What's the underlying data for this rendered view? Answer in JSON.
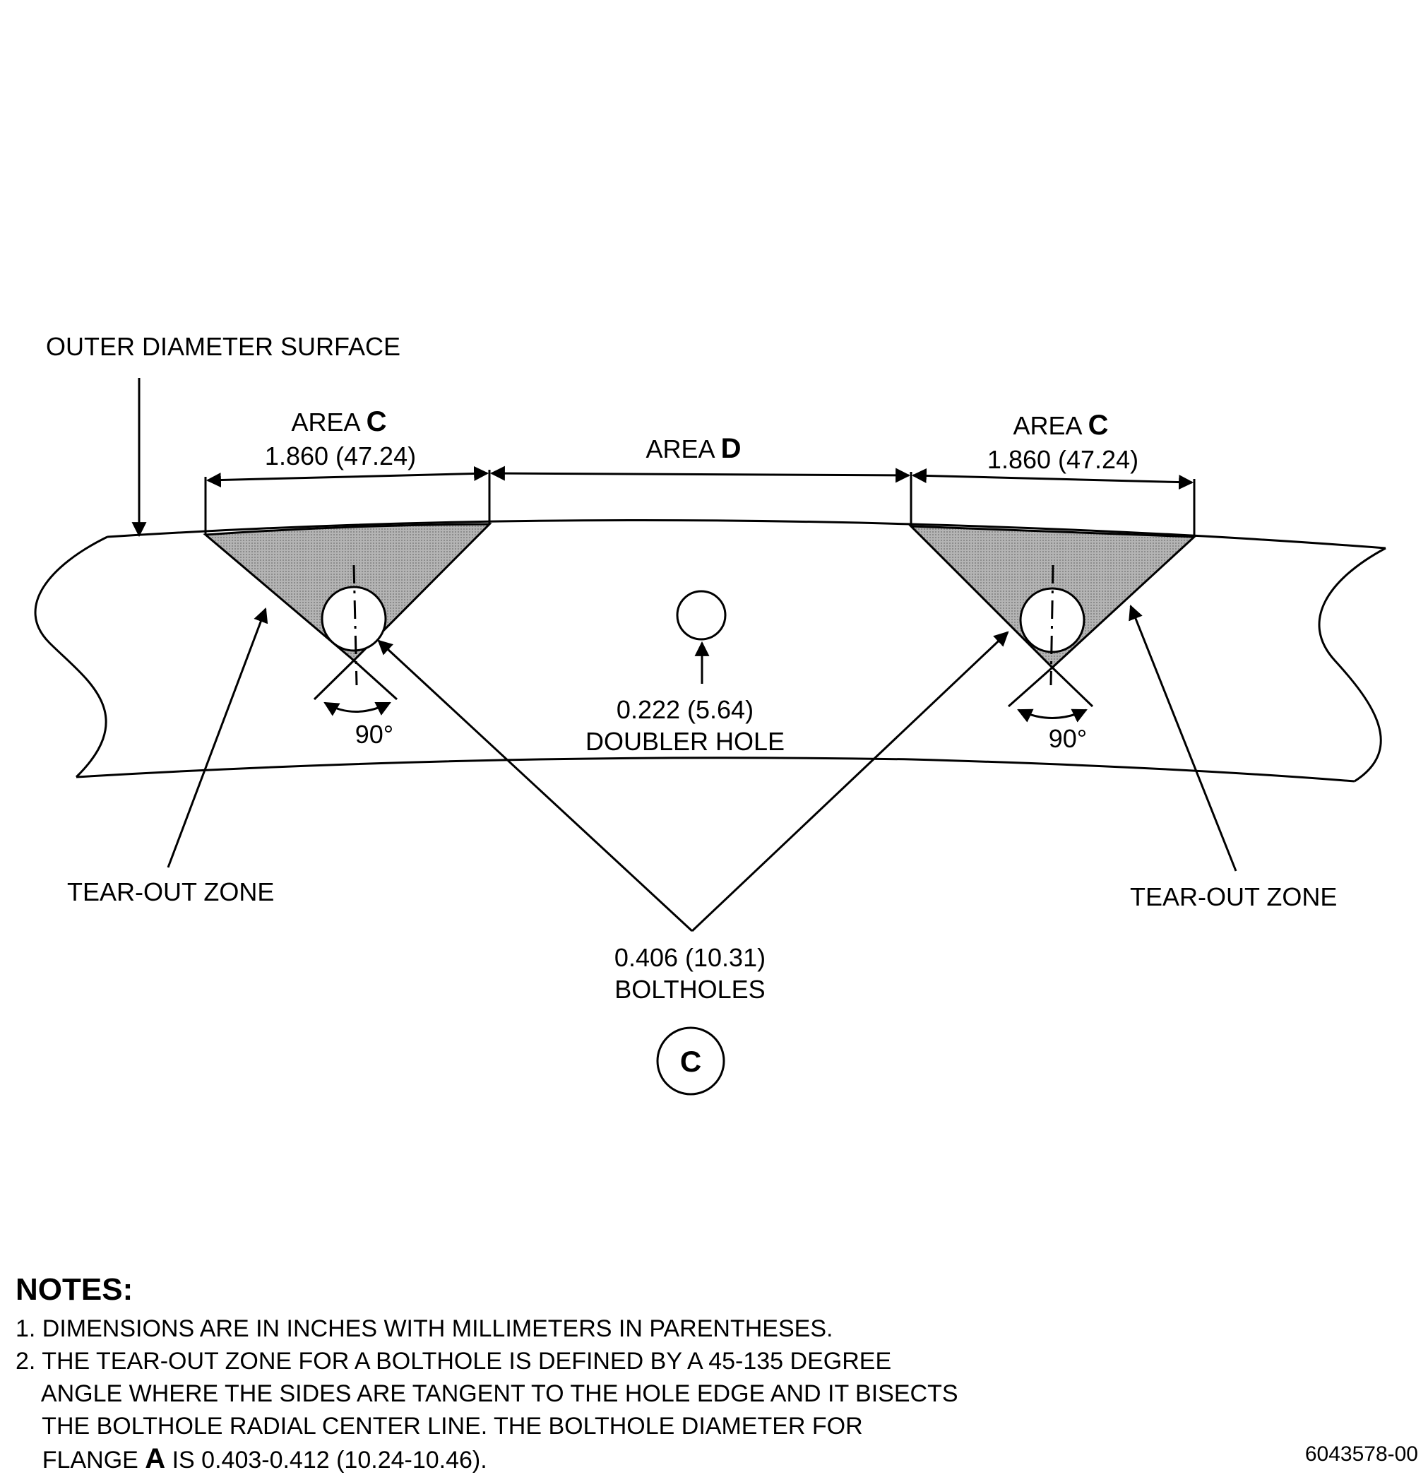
{
  "labels": {
    "outer_diameter_surface": "OUTER DIAMETER SURFACE",
    "area_left_prefix": "AREA ",
    "area_left_letter": "C",
    "area_left_dim": "1.860 (47.24)",
    "area_center_prefix": "AREA ",
    "area_center_letter": "D",
    "area_right_prefix": "AREA ",
    "area_right_letter": "C",
    "area_right_dim": "1.860 (47.24)",
    "angle_left": "90°",
    "angle_right": "90°",
    "doubler_dim": "0.222 (5.64)",
    "doubler_label": "DOUBLER HOLE",
    "tearout_left": "TEAR-OUT ZONE",
    "tearout_right": "TEAR-OUT ZONE",
    "bolthole_dim": "0.406 (10.31)",
    "bolthole_label": "BOLTHOLES",
    "view_callout": "C"
  },
  "notes": {
    "title": "NOTES:",
    "note1": "1. DIMENSIONS ARE IN INCHES WITH MILLIMETERS IN PARENTHESES.",
    "note2_line1": "2. THE TEAR-OUT ZONE FOR A BOLTHOLE IS DEFINED BY A 45-135 DEGREE",
    "note2_line2": "    ANGLE WHERE THE SIDES ARE TANGENT TO THE HOLE EDGE AND IT BISECTS",
    "note2_line3": "    THE BOLTHOLE RADIAL CENTER LINE. THE BOLTHOLE DIAMETER FOR",
    "note2_line4_prefix": "    FLANGE ",
    "note2_line4_letter": "A",
    "note2_line4_suffix": " IS 0.403-0.412 (10.24-10.46)."
  },
  "figure_number": "6043578-00",
  "colors": {
    "line": "#000000",
    "zone_fill": "#a8a8a8",
    "background": "#ffffff"
  }
}
